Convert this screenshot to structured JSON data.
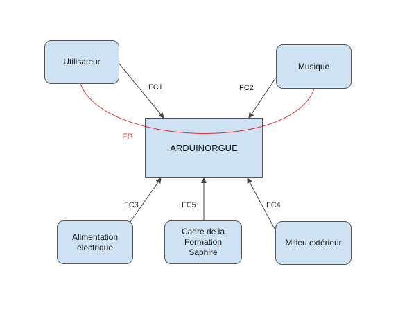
{
  "nodes": {
    "utilisateur": "Utilisateur",
    "musique": "Musique",
    "arduinorgue": "ARDUINORGUE",
    "alimentation": "Alimentation électrique",
    "cadre": "Cadre de la Formation Saphire",
    "milieu": "Milieu extérieur"
  },
  "labels": {
    "fp": "FP",
    "fc1": "FC1",
    "fc2": "FC2",
    "fc3": "FC3",
    "fc4": "FC4",
    "fc5": "FC5"
  },
  "colors": {
    "box_fill": "#cfe2f3",
    "fp_curve": "#e03030",
    "arrow": "#444444"
  }
}
